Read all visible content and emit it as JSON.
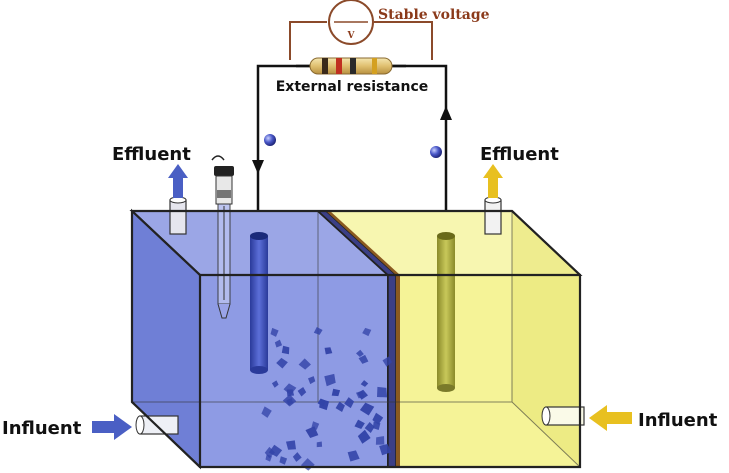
{
  "labels": {
    "stable_voltage": "Stable voltage",
    "voltmeter_symbol": "V",
    "external_resistance": "External resistance",
    "effluent_left": "Effluent",
    "effluent_right": "Effluent",
    "influent_left": "Influent",
    "influent_right": "Influent"
  },
  "colors": {
    "anode_fill": "#6f7fd6",
    "anode_dark": "#3e4fa8",
    "cathode_fill": "#f2f08a",
    "cathode_dark": "#b8b24a",
    "wire": "#111111",
    "voltage_wire": "#8b4a2a",
    "voltage_text": "#8b3a1a",
    "blue_arrow": "#4a5fc4",
    "yellow_arrow": "#e8c020",
    "granules": "#3344a8"
  }
}
